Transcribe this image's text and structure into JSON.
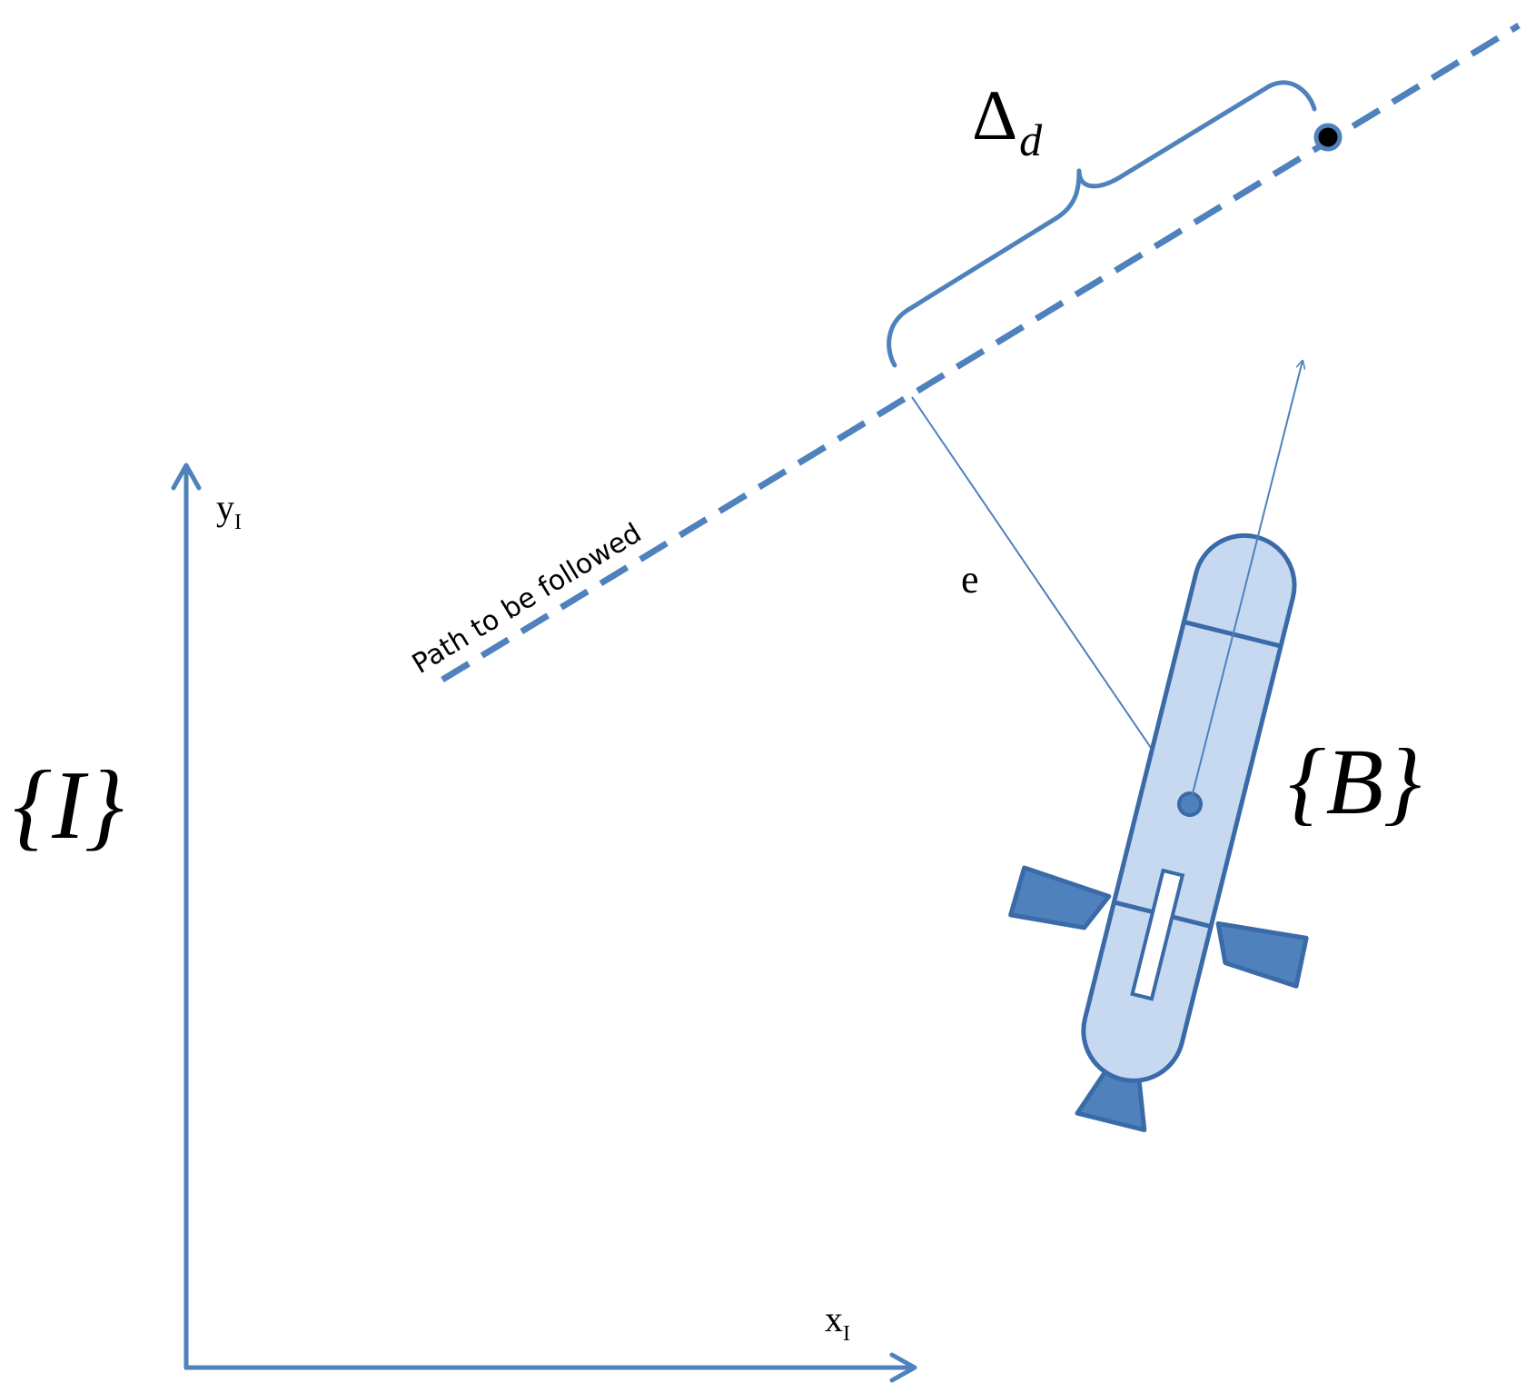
{
  "colors": {
    "primary_blue": "#4f81bd",
    "hull_fill": "#c6d9f1",
    "hull_stroke": "#3b6aa8",
    "fin_fill": "#4f81bd",
    "ink": "#000000"
  },
  "labels": {
    "inertial_frame": "{I}",
    "body_frame": "{B}",
    "x_axis": "x",
    "x_axis_sub": "I",
    "y_axis": "y",
    "y_axis_sub": "I",
    "delta": "Δ",
    "delta_sub": "d",
    "error": "e",
    "path": "Path to be followed"
  },
  "icons": {
    "vehicle": "auv-icon",
    "target_point": "target-point-icon"
  }
}
